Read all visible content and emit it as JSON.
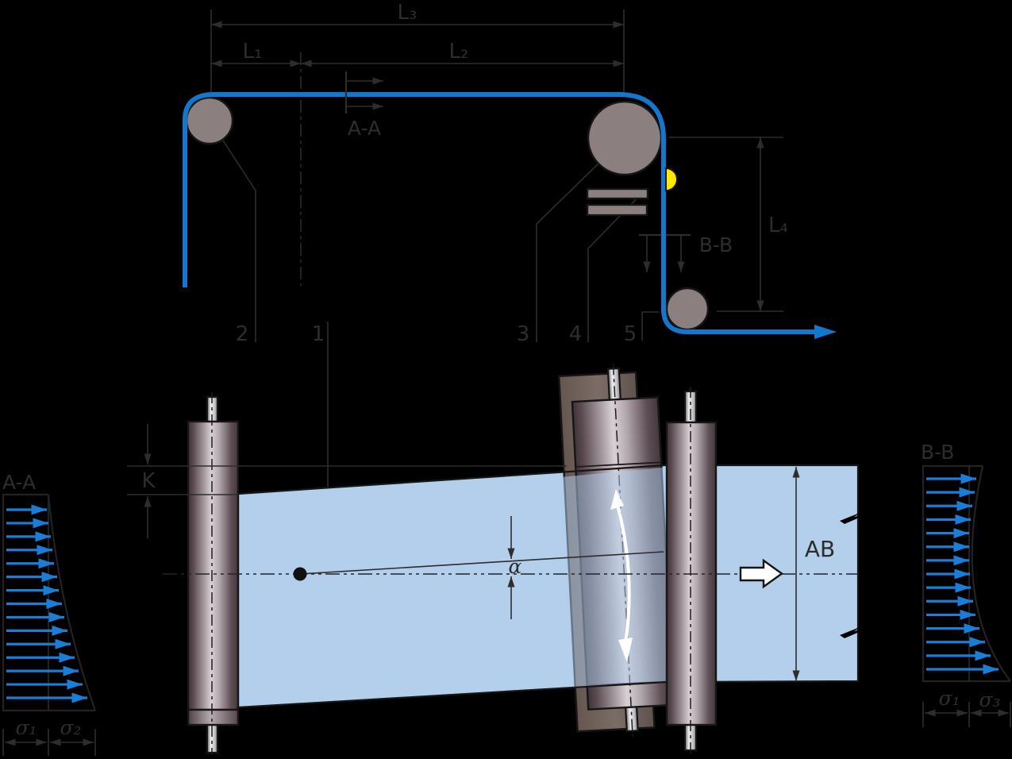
{
  "top_view": {
    "dims": {
      "l3": "L₃",
      "l1": "L₁",
      "l2": "L₂",
      "l4": "L₄"
    },
    "section_markers": {
      "aa": "A-A",
      "bb": "B-B"
    },
    "parts": {
      "p1": "1",
      "p2": "2",
      "p3": "3",
      "p4": "4",
      "p5": "5"
    }
  },
  "side_view": {
    "k": "K",
    "alpha": "α",
    "ab": "AB"
  },
  "stress_profiles": {
    "aa": {
      "label": "A-A",
      "sigma_left": "σ₁",
      "sigma_right": "σ₂",
      "arrow_count": 15
    },
    "bb": {
      "label": "B-B",
      "sigma_left": "σ₁",
      "sigma_right": "σ₃",
      "arrow_count": 15
    }
  },
  "colors": {
    "background": "#000000",
    "line": "#2d2d2d",
    "belt_blue": "#1477cd",
    "stress_arrow_blue": "#1b7ed6",
    "web_light_blue": "#b3cfec",
    "roller_gray": "#8b7f7f",
    "sensor_yellow": "#ffe800",
    "plate_mauve": "#6f615b"
  }
}
